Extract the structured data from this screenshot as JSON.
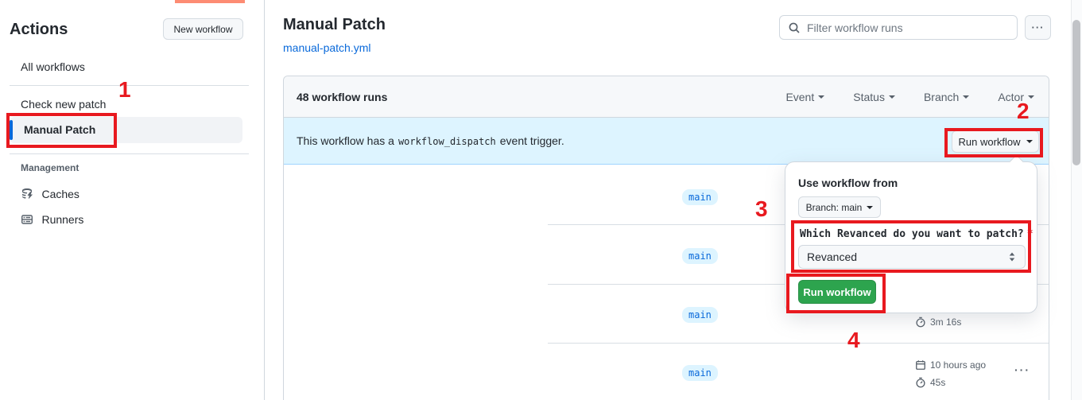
{
  "sidebar": {
    "title": "Actions",
    "new_workflow_button": "New workflow",
    "items": [
      {
        "label": "All workflows"
      },
      {
        "label": "Check new patch"
      },
      {
        "label": "Manual Patch"
      }
    ],
    "management": {
      "label": "Management",
      "items": [
        {
          "label": "Caches"
        },
        {
          "label": "Runners"
        }
      ]
    }
  },
  "header": {
    "title": "Manual Patch",
    "file_link": "manual-patch.yml",
    "filter_placeholder": "Filter workflow runs",
    "kebab": "···"
  },
  "table": {
    "runs_count_label": "48 workflow runs",
    "filters": [
      {
        "label": "Event"
      },
      {
        "label": "Status"
      },
      {
        "label": "Branch"
      },
      {
        "label": "Actor"
      }
    ],
    "banner": {
      "text_before": "This workflow has a",
      "code": "workflow_dispatch",
      "text_after": "event trigger.",
      "run_workflow_button": "Run workflow"
    },
    "rows": [
      {
        "branch": "main"
      },
      {
        "branch": "main"
      },
      {
        "branch": "main",
        "duration": "3m 16s"
      },
      {
        "branch": "main",
        "time": "10 hours ago",
        "duration": "45s",
        "kebab": "···"
      }
    ]
  },
  "run_dialog": {
    "heading": "Use workflow from",
    "branch_selector": "Branch: main",
    "input_label": "Which Revanced do you want to patch?",
    "required_marker": "*",
    "select_value": "Revanced",
    "run_button": "Run workflow"
  },
  "annotations": {
    "step1": "1",
    "step2": "2",
    "step3": "3",
    "step4": "4"
  },
  "colors": {
    "accent": "#0969da",
    "banner_bg": "#ddf4ff",
    "success_green": "#2da44e",
    "annotation_red": "#e8191f",
    "tab_underline_orange": "#fd8c73"
  }
}
